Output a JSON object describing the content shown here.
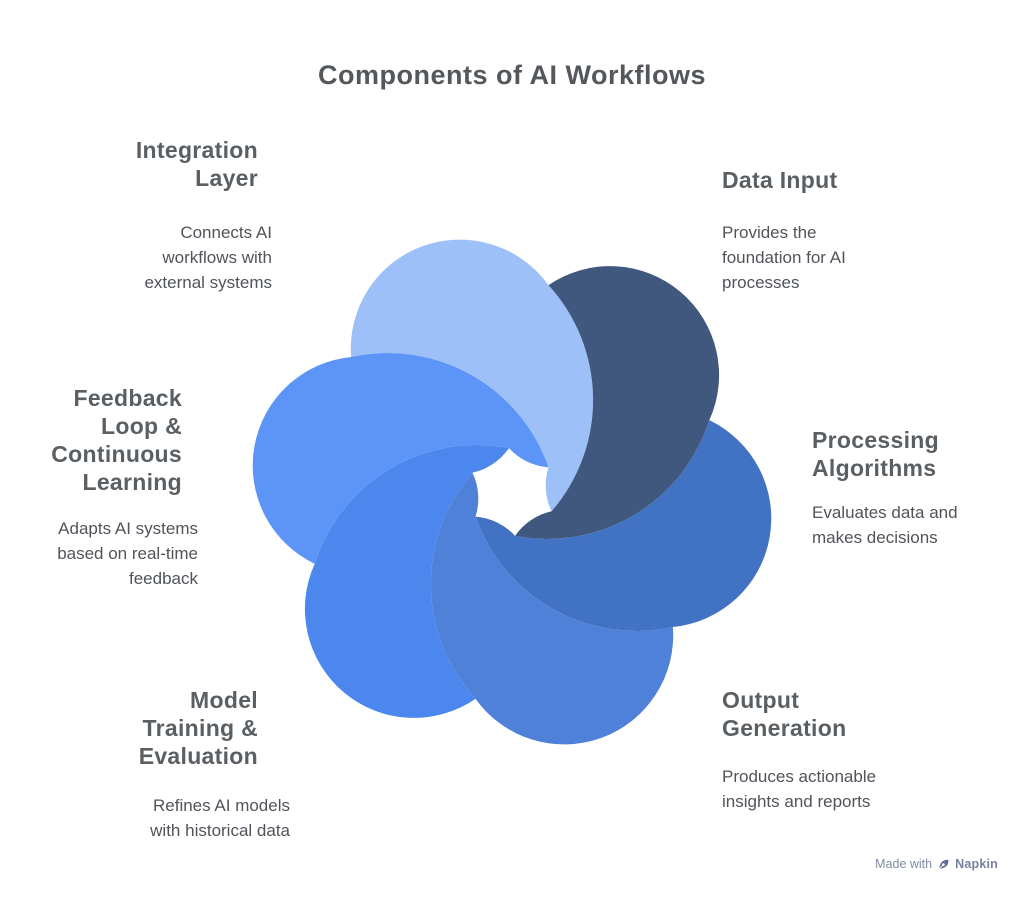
{
  "title": "Components of AI Workflows",
  "components": [
    {
      "id": "integration-layer",
      "heading": "Integration\nLayer",
      "description": "Connects AI\nworkflows with\nexternal systems"
    },
    {
      "id": "data-input",
      "heading": "Data Input",
      "description": "Provides the\nfoundation for AI\nprocesses"
    },
    {
      "id": "processing-algorithms",
      "heading": "Processing\nAlgorithms",
      "description": "Evaluates data and\nmakes decisions"
    },
    {
      "id": "output-generation",
      "heading": "Output\nGeneration",
      "description": "Produces actionable\ninsights and reports"
    },
    {
      "id": "model-training-evaluation",
      "heading": "Model\nTraining &\nEvaluation",
      "description": "Refines AI models\nwith historical data"
    },
    {
      "id": "feedback-loop-continuous-learning",
      "heading": "Feedback\nLoop &\nContinuous\nLearning",
      "description": "Adapts AI systems\nbased on real-time\nfeedback"
    }
  ],
  "flower": {
    "petals": [
      {
        "name": "integration-layer",
        "angle": 250,
        "color": "#9ec0f8"
      },
      {
        "name": "data-input",
        "angle": 310,
        "color": "#41587e"
      },
      {
        "name": "processing-algorithms",
        "angle": 10,
        "color": "#4272c4"
      },
      {
        "name": "output-generation",
        "angle": 70,
        "color": "#5081d8"
      },
      {
        "name": "model-training-evaluation",
        "angle": 130,
        "color": "#4c87ee"
      },
      {
        "name": "feedback-loop-continuous-learning",
        "angle": 190,
        "color": "#5c95f7"
      }
    ]
  },
  "footer": {
    "made_with": "Made with",
    "brand": "Napkin"
  },
  "colors": {
    "title_text": "#54585c",
    "heading_text": "#5a5f64",
    "description_text": "#50545a",
    "footer_text": "#818ba1"
  }
}
